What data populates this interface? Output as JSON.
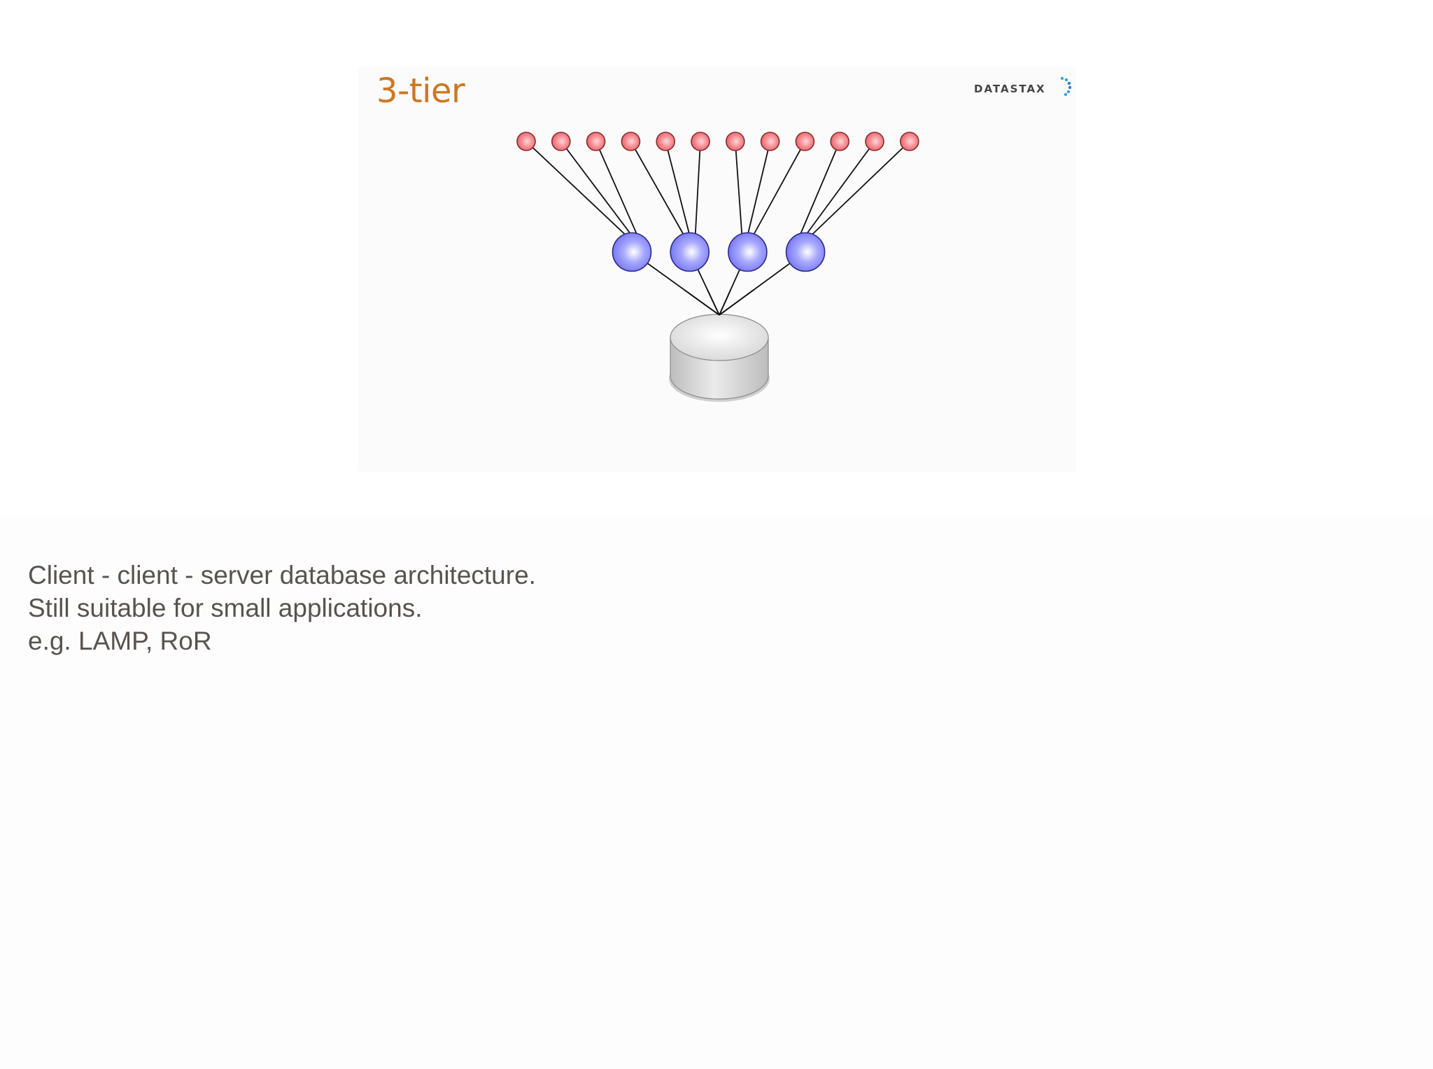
{
  "slide": {
    "title": "3-tier",
    "logo_text": "DATASTAX",
    "colors": {
      "title": "#cc7722",
      "client_node": "#f07a80",
      "app_server_node": "#8080f8",
      "database": "#d8d8d8"
    }
  },
  "diagram": {
    "tiers": [
      {
        "role": "client",
        "count": 12
      },
      {
        "role": "app-server",
        "count": 4
      },
      {
        "role": "database",
        "count": 1
      }
    ],
    "client_groups": [
      [
        0,
        1,
        2
      ],
      [
        3,
        4,
        5
      ],
      [
        6,
        7,
        8
      ],
      [
        9,
        10,
        11
      ]
    ]
  },
  "notes": {
    "lines": [
      "Client - client - server database architecture.",
      "Still suitable for small applications.",
      "e.g. LAMP, RoR"
    ]
  }
}
